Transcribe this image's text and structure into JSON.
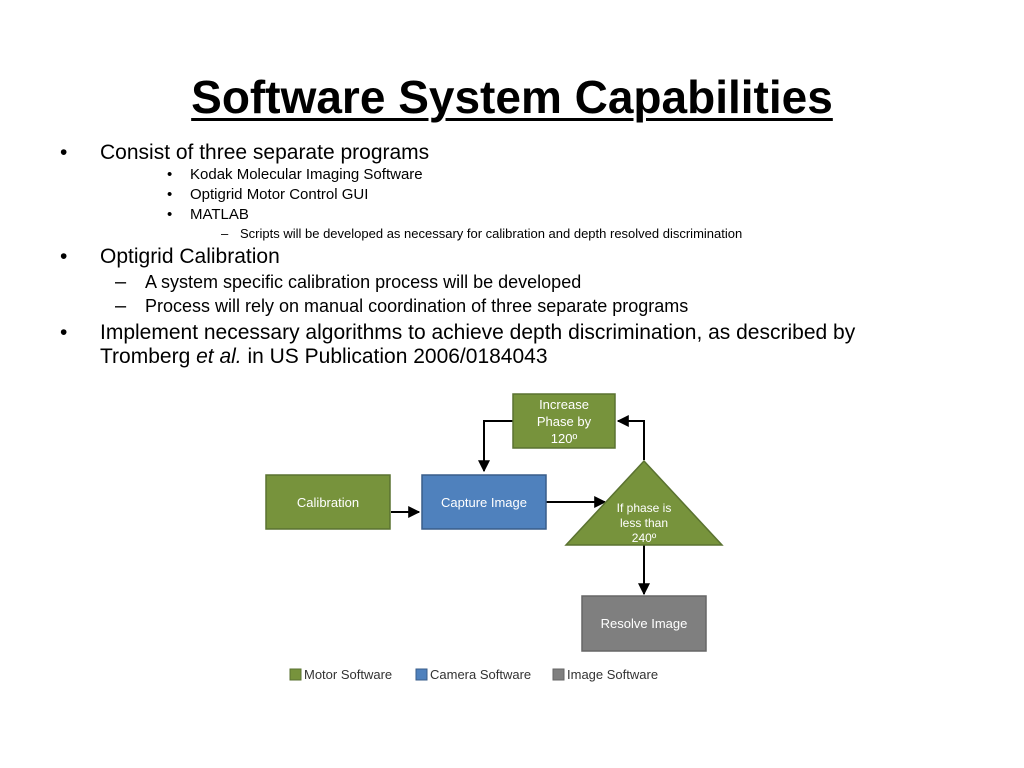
{
  "slide": {
    "title": "Software System Capabilities",
    "bullets": {
      "b1": "Consist of three separate programs",
      "b1_sub1": "Kodak Molecular Imaging Software",
      "b1_sub2": "Optigrid Motor Control GUI",
      "b1_sub3": "MATLAB",
      "b1_sub3_sub1": "Scripts will be developed as necessary for calibration and depth resolved discrimination",
      "b2": "Optigrid Calibration",
      "b2_sub1": "A system specific calibration process will be developed",
      "b2_sub2": "Process will rely on manual coordination of three separate programs",
      "b3_line1": "Implement necessary algorithms to achieve depth discrimination, as described by",
      "b3_line2_pre": "Tromberg ",
      "b3_line2_em": "et al.",
      "b3_line2_post": " in US Publication 2006/0184043"
    },
    "markers": {
      "bullet": "•",
      "dash": "–"
    }
  },
  "diagram": {
    "nodes": {
      "calibration": "Calibration",
      "capture": "Capture Image",
      "increase_1": "Increase",
      "increase_2": "Phase by",
      "increase_3": "120º",
      "decision_1": "If phase is",
      "decision_2": "less than",
      "decision_3": "240º",
      "resolve": "Resolve Image"
    },
    "legend": {
      "motor": "Motor Software",
      "camera": "Camera Software",
      "image": "Image Software"
    },
    "colors": {
      "motor": "#77933c",
      "motor_border": "#5a7230",
      "camera": "#4f81bd",
      "camera_border": "#385d8a",
      "image": "#7f7f7f",
      "image_border": "#666666",
      "arrow": "#000000"
    }
  }
}
